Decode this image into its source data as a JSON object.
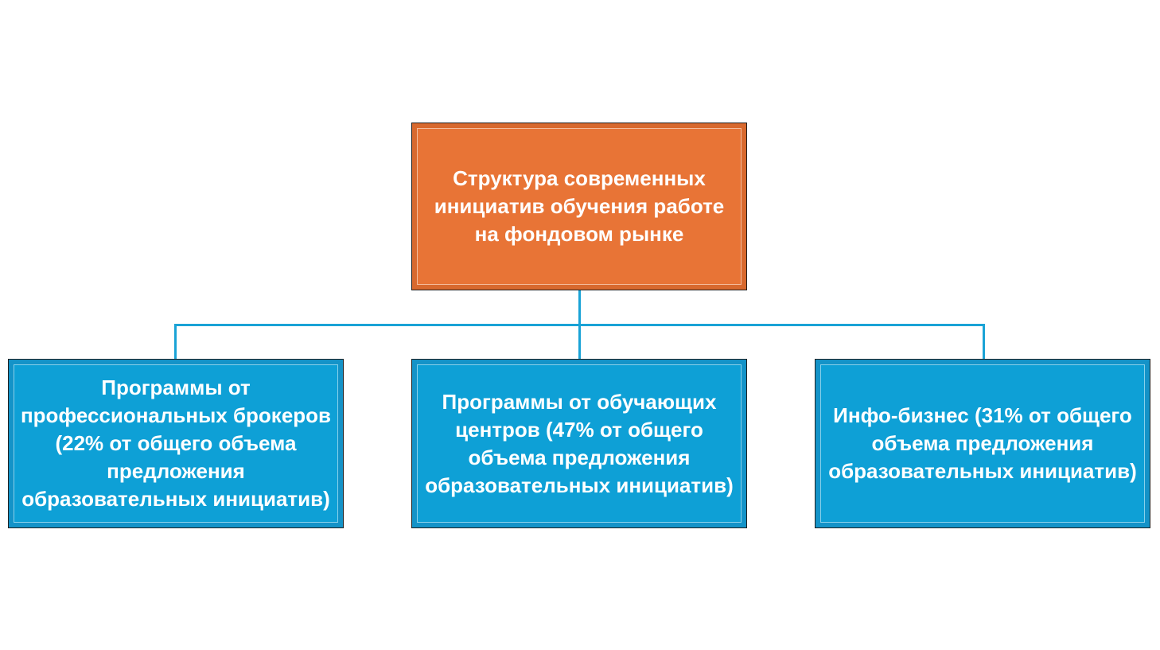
{
  "diagram": {
    "root": {
      "text": "Структура современных\nинициатив обучения работе\nна фондовом рынке"
    },
    "children": [
      {
        "text": "Программы от\nпрофессиональных брокеров\n(22% от общего объема\nпредложения\nобразовательных инициатив)"
      },
      {
        "text": "Программы от обучающих\nцентров (47% от общего\nобъема предложения\nобразовательных инициатив)"
      },
      {
        "text": "Инфо-бизнес (31% от общего\nобъема предложения\nобразовательных инициатив)"
      }
    ],
    "colors": {
      "root_fill": "#e87436",
      "child_fill": "#0ea0d6",
      "connector": "#1aa3d6"
    }
  }
}
